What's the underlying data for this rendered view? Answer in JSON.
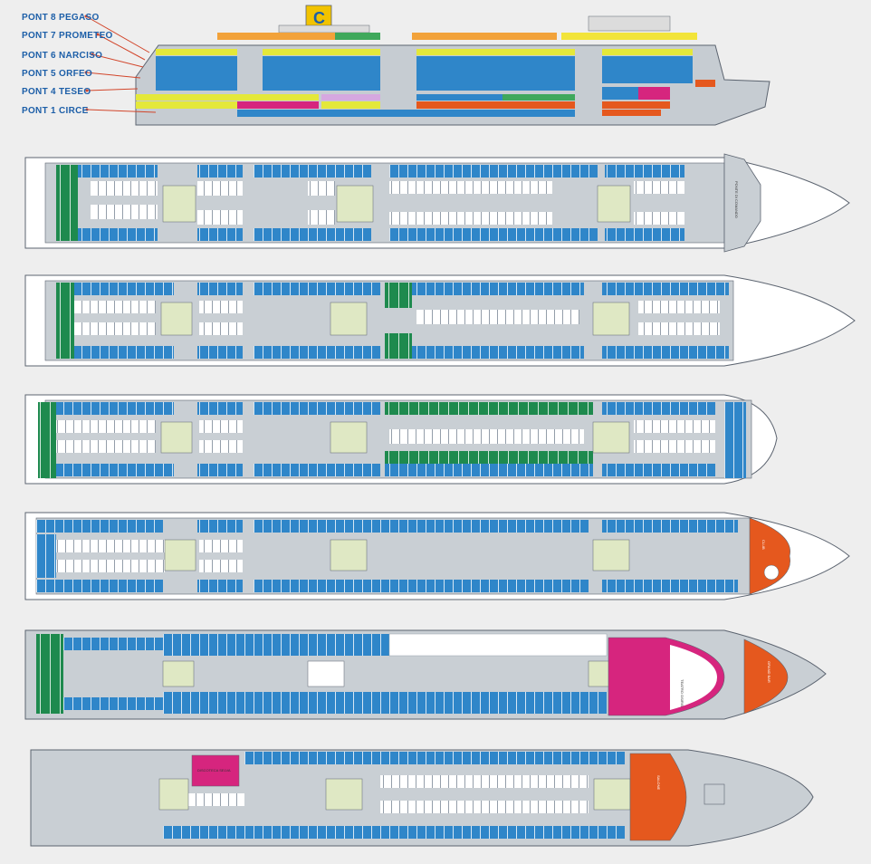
{
  "legend": {
    "decks": [
      {
        "label": "PONT 8 PEGASO"
      },
      {
        "label": "PONT 7 PROMETEO"
      },
      {
        "label": "PONT 6 NARCISO"
      },
      {
        "label": "PONT 5 ORFEO"
      },
      {
        "label": "PONT 4 TESEO"
      },
      {
        "label": "PONT 1 CIRCE"
      }
    ]
  },
  "venues": {
    "deck8_bridge": "PONTE DI COMANDO",
    "deck5_club": "CLUB",
    "deck4_theatre": "TEATRO OSIRIS",
    "deck4_bar": "GRAND BAR",
    "deck1_disco": "DISCOTECA SELVA",
    "deck1_salon": "SALONE"
  },
  "colors": {
    "cabin_outside": "#2f86c9",
    "cabin_inside": "#ffffff",
    "suite": "#1e8a4e",
    "corridor": "#c9cfd4",
    "stairs": "#dfe8c4",
    "lounge_orange": "#e5581e",
    "theatre_magenta": "#d6257e",
    "hull": "#ffffff",
    "outline": "#5c6470",
    "label_blue": "#1d5fa8",
    "pointer": "#d2452a"
  }
}
